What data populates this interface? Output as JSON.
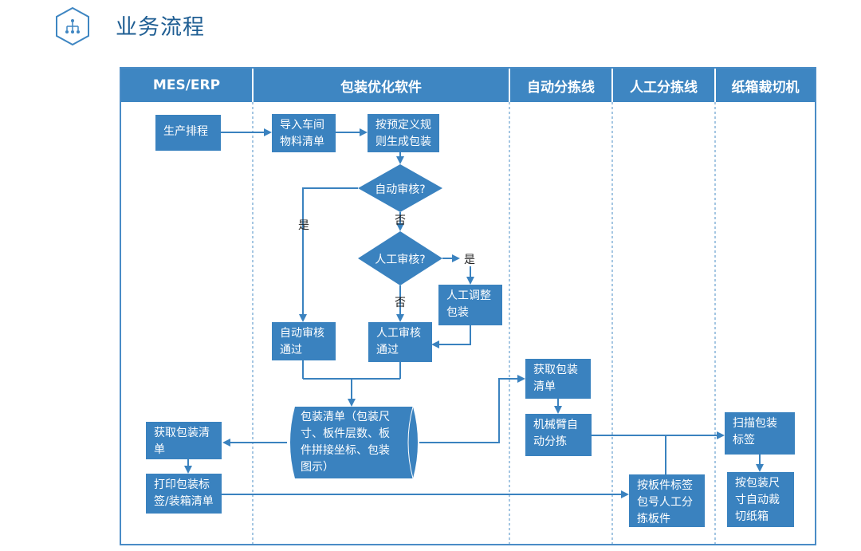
{
  "header": {
    "title": "业务流程",
    "icon": "org-chart-icon"
  },
  "colors": {
    "lane_header": "#3e86c2",
    "node": "#3a82bf",
    "frame": "#4a8cc6",
    "title": "#1f5e93"
  },
  "lanes": [
    {
      "label": "MES/ERP"
    },
    {
      "label": "包装优化软件"
    },
    {
      "label": "自动分拣线"
    },
    {
      "label": "人工分拣线"
    },
    {
      "label": "纸箱裁切机"
    }
  ],
  "nodes": {
    "production_schedule": "生产排程",
    "import_materials_l1": "导入车间",
    "import_materials_l2": "物料清单",
    "generate_packaging_l1": "按预定义规",
    "generate_packaging_l2": "则生成包装",
    "auto_review_question": "自动审核?",
    "manual_review_question": "人工审核?",
    "manual_adjust_l1": "人工调整",
    "manual_adjust_l2": "包装",
    "auto_review_pass_l1": "自动审核",
    "auto_review_pass_l2": "通过",
    "manual_review_pass_l1": "人工审核",
    "manual_review_pass_l2": "通过",
    "packing_list_l1": "包装清单（包装尺",
    "packing_list_l2": "寸、板件层数、板",
    "packing_list_l3": "件拼接坐标、包装",
    "packing_list_l4": "图示）",
    "mes_get_list_l1": "获取包装清",
    "mes_get_list_l2": "单",
    "print_label_l1": "打印包装标",
    "print_label_l2": "签/装箱清单",
    "auto_get_list_l1": "获取包装",
    "auto_get_list_l2": "清单",
    "robot_sort_l1": "机械臂自",
    "robot_sort_l2": "动分拣",
    "manual_sort_l1": "按板件标签",
    "manual_sort_l2": "包号人工分",
    "manual_sort_l3": "拣板件",
    "scan_label_l1": "扫描包装",
    "scan_label_l2": "标签",
    "cut_box_l1": "按包装尺",
    "cut_box_l2": "寸自动裁",
    "cut_box_l3": "切纸箱"
  },
  "edge_labels": {
    "yes_auto": "是",
    "no_auto": "否",
    "yes_manual": "是",
    "no_manual": "否"
  }
}
